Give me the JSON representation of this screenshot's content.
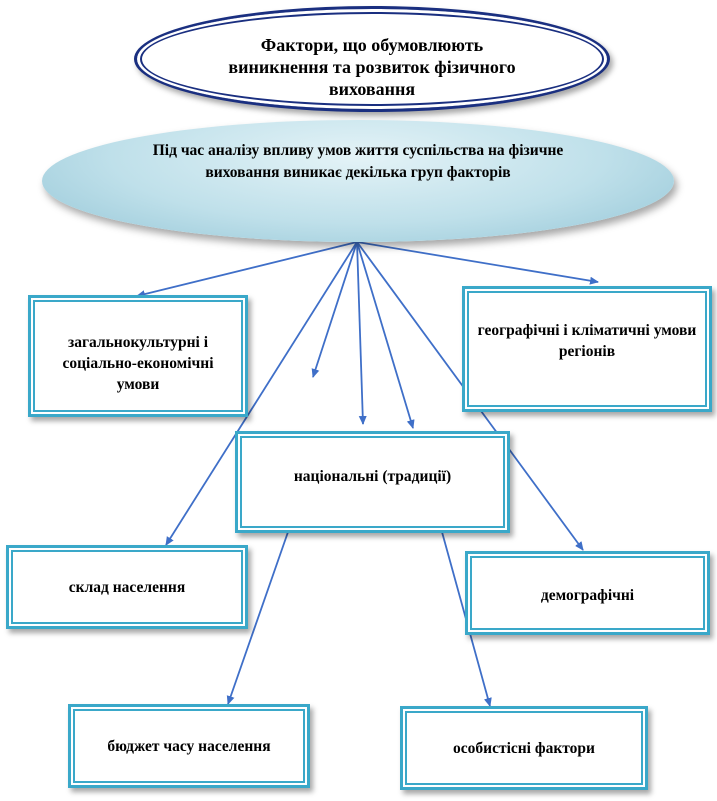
{
  "title": "Фактори, що обумовлюють виникнення та розвиток фізичного виховання",
  "subtitle": "Під час аналізу впливу умов життя суспільства на фізичне виховання виникає декілька груп факторів",
  "factors": {
    "general": "загальнокультурні і соціально-економічні умови",
    "geo": "географічні і кліматичні умови регіонів",
    "national": "національні (традиції)",
    "population": "склад населення",
    "demographic": "демографічні",
    "budget": "бюджет часу населення",
    "personal": "особистісні фактори"
  },
  "colors": {
    "oval_border": "#1a2f80",
    "box_border": "#3aa8c9",
    "arrow": "#3f6fc8"
  }
}
